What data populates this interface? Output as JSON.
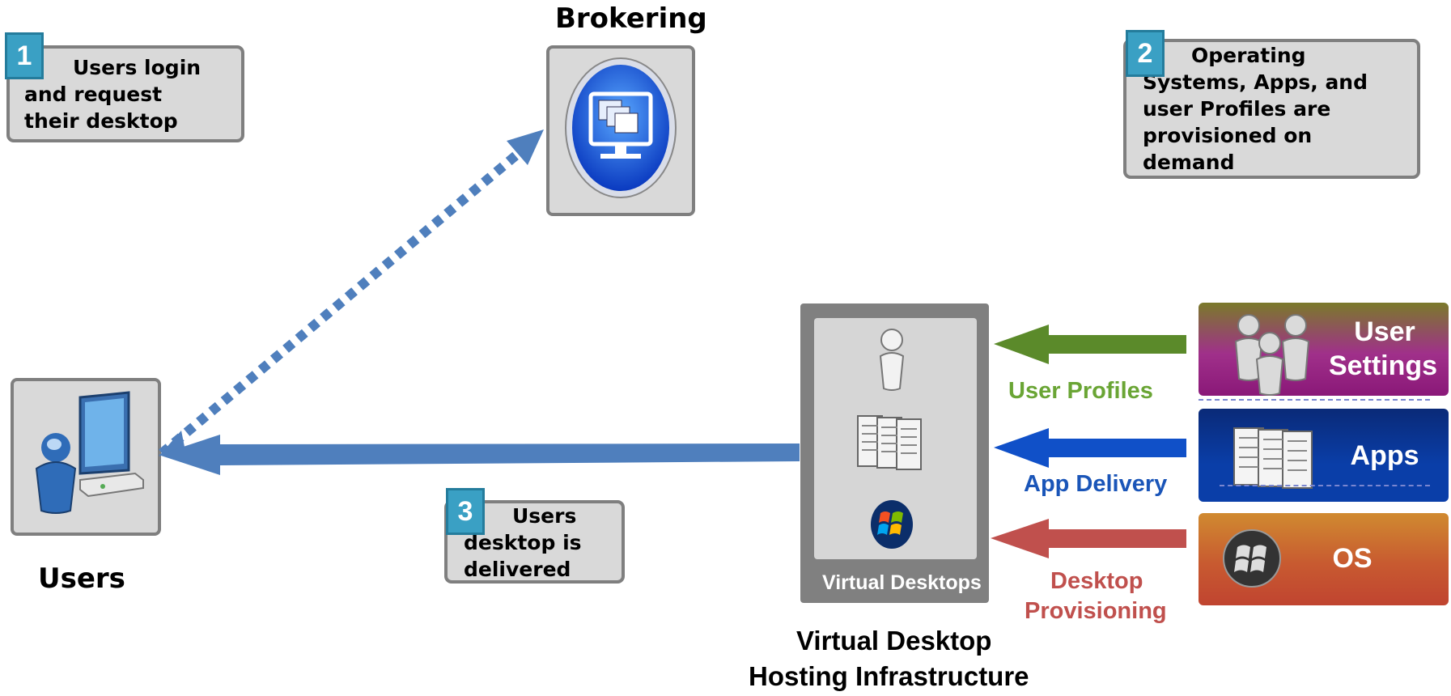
{
  "headings": {
    "brokering": "Brokering",
    "users": "Users",
    "vdhi_line1": "Virtual Desktop",
    "vdhi_line2": "Hosting Infrastructure"
  },
  "steps": [
    {
      "number": "1",
      "text": "Users login and request their desktop"
    },
    {
      "number": "2",
      "text": "Operating Systems, Apps, and user Profiles are provisioned on demand"
    },
    {
      "number": "3",
      "text": "Users desktop is delivered"
    }
  ],
  "virtual_desktops": {
    "label": "Virtual Desktops"
  },
  "flows": {
    "user_profiles": "User Profiles",
    "app_delivery": "App Delivery",
    "desktop_provisioning_line1": "Desktop",
    "desktop_provisioning_line2": "Provisioning"
  },
  "sources": {
    "user_settings_line1": "User",
    "user_settings_line2": "Settings",
    "apps": "Apps",
    "os": "OS"
  },
  "colors": {
    "green": "#5b8a2a",
    "blue": "#1050c8",
    "red": "#c0504d",
    "accent": "#3aa0c4",
    "main_arrow": "#4f7fbd"
  },
  "icons": [
    "person-icon",
    "monitor-icon",
    "documents-icon",
    "windows-logo-icon",
    "users-group-icon",
    "computer-user-icon"
  ]
}
